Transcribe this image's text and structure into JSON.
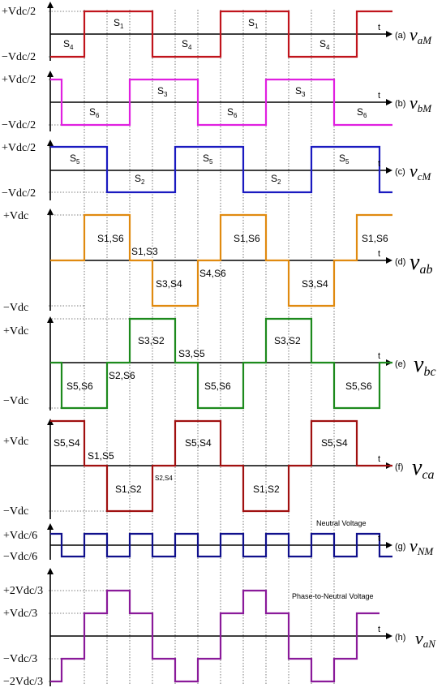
{
  "colors": {
    "vaM": "#c0141c",
    "vbM": "#e020e0",
    "vcM": "#1a1ac0",
    "vab": "#e08a10",
    "vbc": "#1d8a1d",
    "vca": "#a01010",
    "vNM": "#10108c",
    "vaN": "#8a1a9a"
  },
  "axis_t": "t",
  "notes": {
    "neutral": "Neutral Voltage",
    "phase": "Phase-to-Neutral Voltage"
  },
  "panels": [
    {
      "tag": "(a)",
      "v_main": "v",
      "v_sub": "aM",
      "size": "small",
      "levels": [
        "+Vdc/2",
        "−Vdc/2"
      ],
      "segments": [
        [
          "S",
          "4"
        ],
        [
          "S",
          "1"
        ],
        [
          "S",
          "4"
        ],
        [
          "S",
          "1"
        ],
        [
          "S",
          "4"
        ]
      ]
    },
    {
      "tag": "(b)",
      "v_main": "v",
      "v_sub": "bM",
      "size": "small",
      "levels": [
        "+Vdc/2",
        "−Vdc/2"
      ],
      "segments": [
        [
          "S",
          "6"
        ],
        [
          "S",
          "3"
        ],
        [
          "S",
          "6"
        ],
        [
          "S",
          "3"
        ],
        [
          "S",
          "6"
        ]
      ]
    },
    {
      "tag": "(c)",
      "v_main": "v",
      "v_sub": "cM",
      "size": "small",
      "levels": [
        "+Vdc/2",
        "−Vdc/2"
      ],
      "segments": [
        [
          "S",
          "5"
        ],
        [
          "S",
          "2"
        ],
        [
          "S",
          "5"
        ],
        [
          "S",
          "2"
        ],
        [
          "S",
          "5"
        ]
      ]
    },
    {
      "tag": "(d)",
      "v_main": "v",
      "v_sub": "ab",
      "size": "large",
      "levels": [
        "+Vdc",
        "−Vdc"
      ],
      "segments": [
        [
          "S1,S6"
        ],
        [
          "S1,S3"
        ],
        [
          "S3,S4"
        ],
        [
          "S4,S6"
        ],
        [
          "S1,S6"
        ],
        [
          "S3,S4"
        ],
        [
          "S1,S6"
        ]
      ]
    },
    {
      "tag": "(e)",
      "v_main": "v",
      "v_sub": "bc",
      "size": "large",
      "levels": [
        "+Vdc",
        "−Vdc"
      ],
      "segments": [
        [
          "S3,S2"
        ],
        [
          "S3,S5"
        ],
        [
          "S5,S6"
        ],
        [
          "S2,S6"
        ],
        [
          "S5,S6"
        ],
        [
          "S3,S2"
        ],
        [
          "S5,S6"
        ]
      ]
    },
    {
      "tag": "(f)",
      "v_main": "v",
      "v_sub": "ca",
      "size": "large",
      "levels": [
        "+Vdc",
        "−Vdc"
      ],
      "segments": [
        [
          "S5,S4"
        ],
        [
          "S1,S5"
        ],
        [
          "S1,S2"
        ],
        [
          "S2,S4"
        ],
        [
          "S5,S4"
        ],
        [
          "S1,S2"
        ],
        [
          "S5,S4"
        ]
      ]
    },
    {
      "tag": "(g)",
      "v_main": "v",
      "v_sub": "NM",
      "size": "small",
      "levels": [
        "+Vdc/6",
        "−Vdc/6"
      ]
    },
    {
      "tag": "(h)",
      "v_main": "v",
      "v_sub": "aN",
      "size": "small",
      "levels": [
        "+2Vdc/3",
        "+Vdc/3",
        "−Vdc/3",
        "−2Vdc/3"
      ]
    }
  ]
}
